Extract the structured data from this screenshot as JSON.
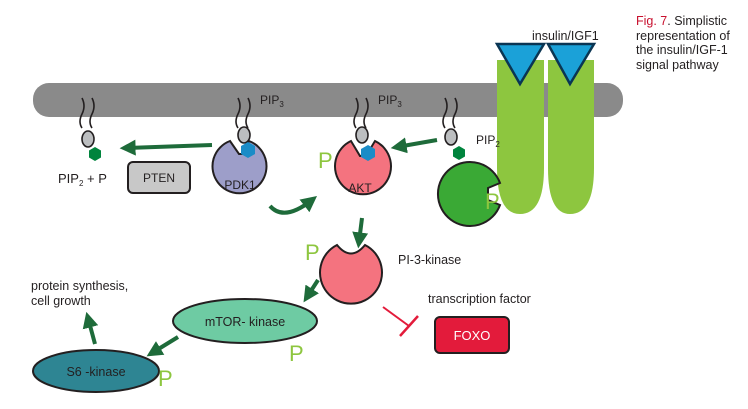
{
  "caption": {
    "fig_label": "Fig. 7",
    "text": ". Simplistic representation of the insulin/IGF-1 signal pathway"
  },
  "labels": {
    "receptor": "insulin/IGF1",
    "pip3_a": "PIP",
    "pip3_a_sub": "3",
    "pip3_b": "PIP",
    "pip3_b_sub": "3",
    "pip2": "PIP",
    "pip2_sub": "2",
    "pip2_p_a": "PIP",
    "pip2_p_sub": "2",
    "pip2_p_b": " + P",
    "pten": "PTEN",
    "pdk1": "PDK1",
    "akt": "AKT",
    "pi3k": "PI-3-kinase",
    "mtor": "mTOR- kinase",
    "s6k": "S6 -kinase",
    "foxo": "FOXO",
    "tf": "transcription factor",
    "protein_line1": "protein synthesis,",
    "protein_line2": "cell growth",
    "p_akt": "P",
    "p_pi3k": "P",
    "p_receptor": "P",
    "p_mtor": "P",
    "p_s6k": "P"
  },
  "colors": {
    "membrane": "#8a8a8a",
    "receptor": "#8dc63f",
    "ligand": "#1ba1d8",
    "hexagon": "#00843d",
    "arrow": "#1e6b3a",
    "pdk1": "#9d9ec9",
    "akt": "#f4737f",
    "pi3k": "#f4737f",
    "green_enzyme": "#3aa935",
    "mtor": "#6ecba3",
    "s6k": "#2e8593",
    "foxo": "#e31b3b",
    "pten": "#c8c8c8",
    "inhibit": "#e31b3b",
    "phospho": "#8dc63f",
    "caption_red": "#c8102e"
  }
}
